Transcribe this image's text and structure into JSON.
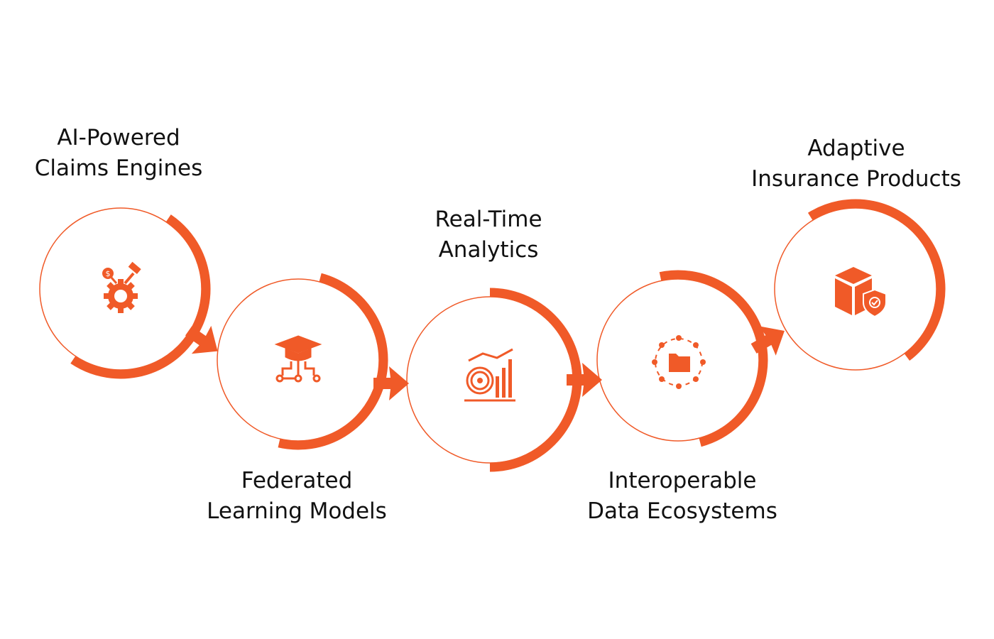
{
  "accent_color": "#F05A28",
  "steps": [
    {
      "title_line1": "AI-Powered",
      "title_line2": "Claims Engines",
      "icon": "gear-gavel-dollar-icon"
    },
    {
      "title_line1": "Federated",
      "title_line2": "Learning Models",
      "icon": "graduation-cap-network-icon"
    },
    {
      "title_line1": "Real-Time",
      "title_line2": "Analytics",
      "icon": "dashboard-chart-icon"
    },
    {
      "title_line1": "Interoperable",
      "title_line2": "Data Ecosystems",
      "icon": "folder-network-icon"
    },
    {
      "title_line1": "Adaptive",
      "title_line2": "Insurance Products",
      "icon": "box-shield-icon"
    }
  ]
}
